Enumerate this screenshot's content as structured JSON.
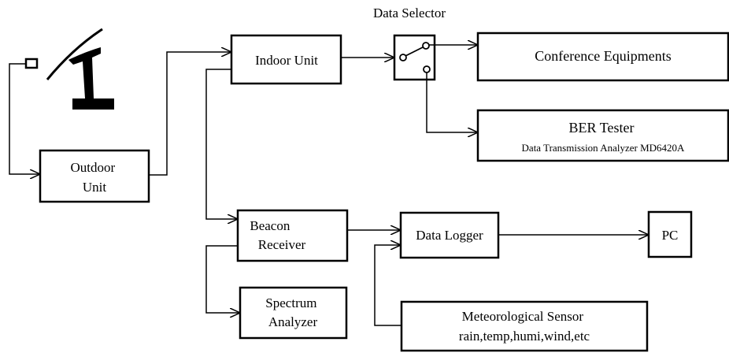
{
  "diagram": {
    "title": "Data Selector",
    "blocks": {
      "outdoor_unit": [
        "Outdoor",
        "Unit"
      ],
      "indoor_unit": [
        "Indoor Unit"
      ],
      "conference": [
        "Conference Equipments"
      ],
      "ber_tester": [
        "BER Tester",
        "Data Transmission Analyzer MD6420A"
      ],
      "beacon_receiver": [
        "Beacon",
        "Receiver"
      ],
      "data_logger": [
        "Data Logger"
      ],
      "pc": [
        "PC"
      ],
      "spectrum_analyzer": [
        "Spectrum",
        "Analyzer"
      ],
      "meteorological_sensor": [
        "Meteorological Sensor",
        "rain,temp,humi,wind,etc"
      ]
    },
    "connections": [
      [
        "antenna-feed",
        "outdoor_unit"
      ],
      [
        "outdoor_unit",
        "indoor_unit"
      ],
      [
        "indoor_unit",
        "data_selector"
      ],
      [
        "data_selector",
        "conference"
      ],
      [
        "data_selector",
        "ber_tester"
      ],
      [
        "indoor_unit",
        "beacon_receiver"
      ],
      [
        "beacon_receiver",
        "data_logger"
      ],
      [
        "data_logger",
        "pc"
      ],
      [
        "beacon_receiver",
        "spectrum_analyzer"
      ],
      [
        "meteorological_sensor",
        "data_logger"
      ]
    ]
  }
}
